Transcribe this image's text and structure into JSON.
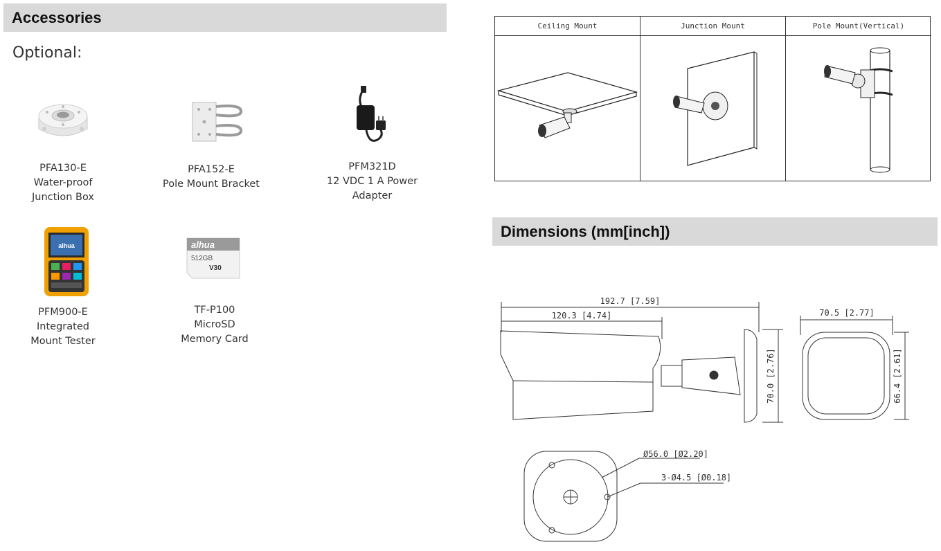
{
  "accessories": {
    "title": "Accessories",
    "optional_label": "Optional:",
    "items": [
      {
        "model": "PFA130-E",
        "desc1": "Water-proof",
        "desc2": "Junction Box",
        "icon": "junction-box-icon"
      },
      {
        "model": "PFA152-E",
        "desc1": "Pole Mount Bracket",
        "desc2": "",
        "icon": "pole-bracket-icon"
      },
      {
        "model": "PFM321D",
        "desc1": "12 VDC 1 A Power",
        "desc2": "Adapter",
        "icon": "power-adapter-icon"
      },
      {
        "model": "PFM900-E",
        "desc1": "Integrated",
        "desc2": "Mount Tester",
        "icon": "mount-tester-icon"
      },
      {
        "model": "TF-P100",
        "desc1": "MicroSD",
        "desc2": "Memory Card",
        "icon": "microsd-card-icon"
      }
    ]
  },
  "installation": {
    "columns": [
      "Ceiling Mount",
      "Junction Mount",
      "Pole Mount(Vertical)"
    ]
  },
  "dimensions": {
    "title": "Dimensions (mm[inch])",
    "labels": {
      "overall_length": "192.7 [7.59]",
      "housing_length": "120.3 [4.74]",
      "height": "70.0 [2.76]",
      "front_width": "70.5 [2.77]",
      "front_height": "66.4 [2.61]",
      "base_diameter": "Ø56.0 [Ø2.20]",
      "holes": "3-Ø4.5 [Ø0.18]"
    }
  },
  "card": {
    "brand": "alhua",
    "capacity": "512GB",
    "class": "V30"
  },
  "colors": {
    "section_bar": "#d9d9d9",
    "tester_body": "#f0a000"
  }
}
